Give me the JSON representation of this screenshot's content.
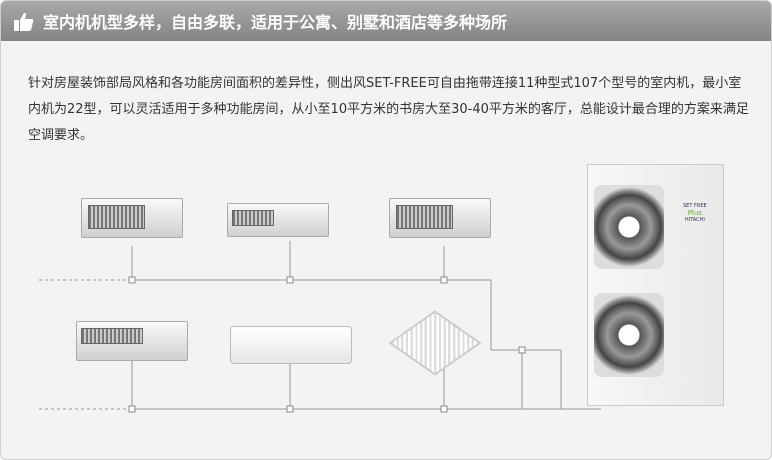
{
  "header": {
    "title": "室内机机型多样，自由多联，适用于公寓、别墅和酒店等多种场所",
    "icon": "thumbs-up-icon"
  },
  "description": "针对房屋装饰部局风格和各功能房间面积的差异性，侧出风SET-FREE可自由拖带连接11种型式107个型号的室内机，最小室内机为22型，可以灵活适用于多种功能房间，从小至10平方米的书房大至30-40平方米的客厅，总能设计最合理的方案来满足空调要求。",
  "outdoor_unit": {
    "brand_lines": [
      "SET FREE",
      "Plus",
      "HITACHI"
    ]
  }
}
